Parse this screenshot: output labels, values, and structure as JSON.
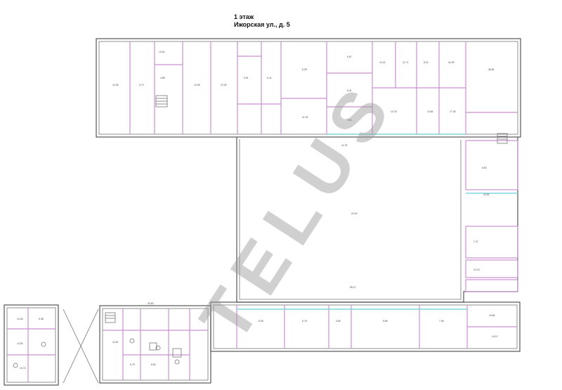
{
  "title": {
    "floor": "1 этаж",
    "address": "Ижорская ул., д. 5"
  },
  "watermark": "TELUS",
  "colors": {
    "walls": "#555555",
    "room_outline": "#c98fd0",
    "glazing": "#7fd6dc",
    "watermark": "#969696"
  },
  "dimensions": {
    "d1": "14.05",
    "d2": "6.72",
    "d3": "10.51",
    "d4": "4.86",
    "d5": "14.48",
    "d6": "12.45",
    "d7": "9.51",
    "d8": "6.41",
    "d9": "6.28",
    "d10": "9.67",
    "d11": "8.41",
    "d12": "10.22",
    "d13": "11.71",
    "d14": "8.24",
    "d15": "42.49",
    "d16": "48.81",
    "d17": "13.84",
    "d18": "10.78",
    "d19": "17.45",
    "d20": "9.64",
    "d21": "11.15",
    "d22": "11.78",
    "d23": "8.50",
    "d24": "13.91",
    "d25": "24.16",
    "d26": "7.47",
    "d27": "55.27",
    "d28": "12.15",
    "d29": "8.08",
    "d30": "6.78",
    "d31": "3.69",
    "d32": "5.89",
    "d33": "7.08",
    "d34": "10.84",
    "d35": "15.12",
    "d36": "20.60",
    "d37": "11.60",
    "d38": "6.79",
    "d39": "6.82",
    "d40": "14.28",
    "d41": "5.38",
    "d42": "13.04",
    "d43": "10.72"
  }
}
